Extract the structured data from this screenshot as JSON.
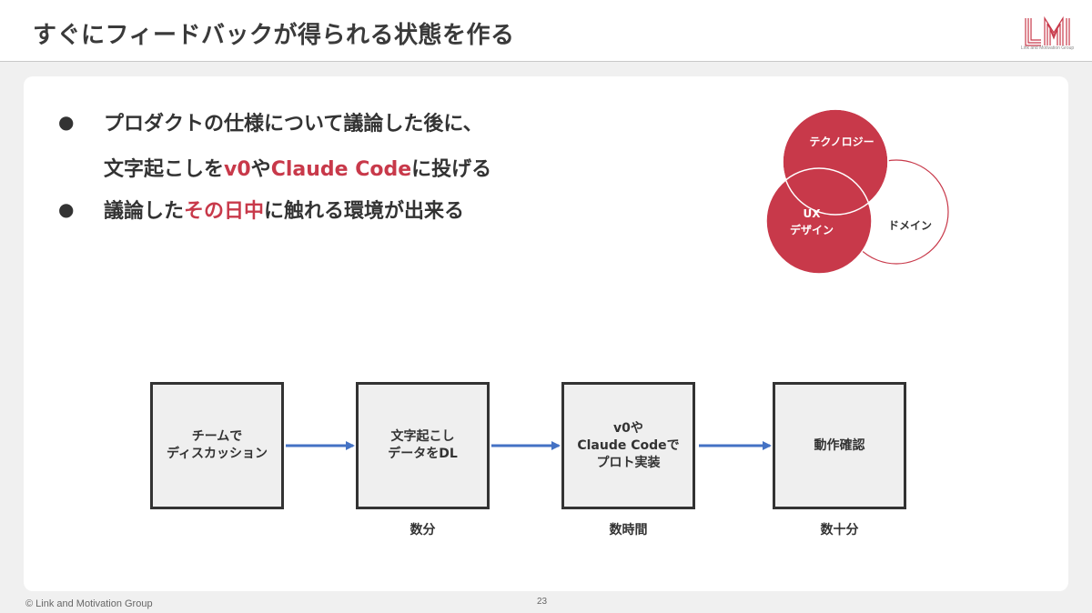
{
  "slide": {
    "title": "すぐにフィードバックが得られる状態を作る",
    "logo_text": "Link and Motivation Group",
    "footer_copyright": "© Link and Motivation Group",
    "page_number": "23"
  },
  "bullets": [
    {
      "marker": "●",
      "line1": "プロダクトの仕様について議論した後に、",
      "line2": [
        {
          "text": "文字起こしを",
          "highlight": false
        },
        {
          "text": "v0",
          "highlight": true
        },
        {
          "text": "や",
          "highlight": false
        },
        {
          "text": "Claude Code",
          "highlight": true
        },
        {
          "text": "に投げる",
          "highlight": false
        }
      ]
    },
    {
      "marker": "●",
      "line1": [
        {
          "text": "議論した",
          "highlight": false
        },
        {
          "text": "その日中",
          "highlight": true
        },
        {
          "text": "に触れる環境が出来る",
          "highlight": false
        }
      ]
    }
  ],
  "venn": {
    "technology": "テクノロジー",
    "ux_line1": "UX",
    "ux_line2": "デザイン",
    "domain": "ドメイン"
  },
  "flow": {
    "steps": [
      {
        "label": "チームで\nディスカッション",
        "duration": ""
      },
      {
        "label": "文字起こし\nデータをDL",
        "duration": "数分"
      },
      {
        "label": "v0や\nClaude Codeで\nプロト実装",
        "duration": "数時間"
      },
      {
        "label": "動作確認",
        "duration": "数十分"
      }
    ]
  },
  "colors": {
    "accent": "#c8394a",
    "arrow": "#4472c4",
    "text": "#333333",
    "box_fill": "#efefef",
    "background": "#f0f0f0"
  }
}
